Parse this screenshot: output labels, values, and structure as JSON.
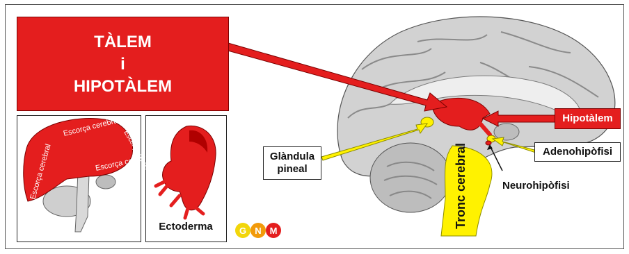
{
  "title": {
    "line1": "TÀLEM",
    "line2": "i",
    "line3": "HIPOTÀLEM"
  },
  "labels": {
    "hipotalem": "Hipotàlem",
    "glandula_line1": "Glàndula",
    "glandula_line2": "pineal",
    "adenohipofisi": "Adenohipòfisi",
    "neurohipofisi": "Neurohipòfisi",
    "tronc_cerebral": "Tronc cerebral",
    "ectoderma": "Ectoderma",
    "escorca": "Escorça cerebral"
  },
  "logo": {
    "letters": [
      "G",
      "N",
      "M"
    ],
    "colors": [
      "#f2d60a",
      "#f29a0a",
      "#e41e1e"
    ]
  },
  "colors": {
    "red": "#e41e1e",
    "yellow": "#fff200",
    "brain_gray": "#d2d2d2"
  }
}
